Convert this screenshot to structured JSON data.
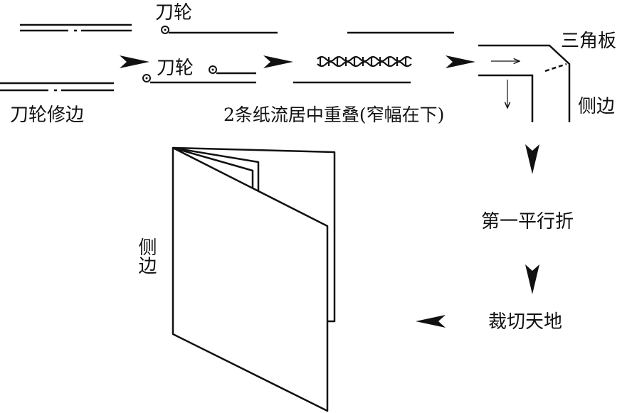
{
  "colors": {
    "ink": "#111111",
    "paper": "#ffffff"
  },
  "labels": {
    "knife_top": "刀轮",
    "knife_mid": "刀轮",
    "trim": "刀轮修边",
    "overlap": "2条纸流居中重叠(窄幅在下)",
    "triangle": "三角板",
    "side_right": "侧边",
    "fold_first": "第一平行折",
    "cut": "裁切天地",
    "side_book": "侧边"
  },
  "icons": {
    "arrow": "bold-arrow-icon",
    "knife_wheel": "knife-wheel-icon"
  }
}
